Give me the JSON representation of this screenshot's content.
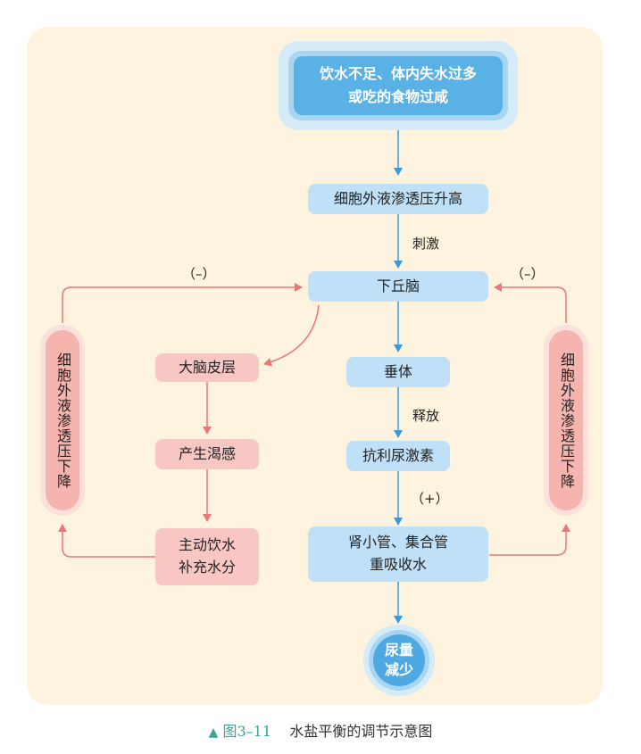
{
  "start": {
    "line1": "饮水不足、体内失水过多",
    "line2": "或吃的食物过咸"
  },
  "nodes": {
    "osmotic_up": "细胞外液渗透压升高",
    "hypothalamus": "下丘脑",
    "cortex": "大脑皮层",
    "thirst": "产生渴感",
    "drink_line1": "主动饮水",
    "drink_line2": "补充水分",
    "pituitary": "垂体",
    "adh": "抗利尿激素",
    "kidney_line1": "肾小管、集合管",
    "kidney_line2": "重吸收水"
  },
  "side": {
    "left": "细胞外液渗透压下降",
    "right": "细胞外液渗透压下降"
  },
  "end": {
    "line1": "尿量",
    "line2": "减少"
  },
  "labels": {
    "stimulate": "刺激",
    "release": "释放",
    "plus": "（+）",
    "minus_left": "（–）",
    "minus_right": "（–）"
  },
  "caption": {
    "marker": "▲",
    "figure": "图3–11",
    "title": "水盐平衡的调节示意图"
  },
  "colors": {
    "blue_arrow": "#3a9ad9",
    "red_arrow": "#e8777a"
  }
}
